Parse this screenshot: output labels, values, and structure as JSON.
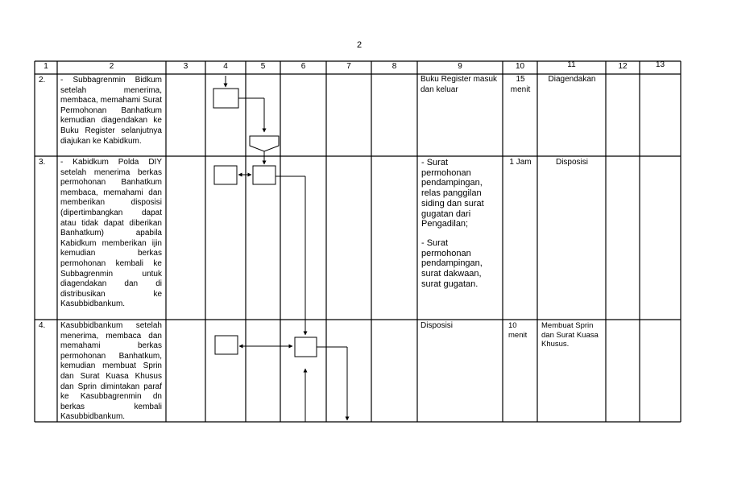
{
  "page_number": "2",
  "headers": [
    "1",
    "2",
    "3",
    "4",
    "5",
    "6",
    "7",
    "8",
    "9",
    "10",
    "11",
    "12",
    "13"
  ],
  "rows": [
    {
      "no": "2.",
      "description": "- Subbagrenmin Bidkum setelah menerima, membaca, memahami Surat Permohonan Banhatkum kemudian diagendakan ke Buku Register selanjutnya diajukan ke Kabidkum.",
      "document": "Buku Register masuk dan keluar",
      "time": "15 menit",
      "output": "Diagendakan"
    },
    {
      "no": "3.",
      "description": "- Kabidkum Polda DIY setelah menerima berkas permohonan Banhatkum membaca, memahami dan memberikan disposisi (dipertimbangkan dapat atau tidak dapat diberikan Banhatkum) apabila Kabidkum memberikan ijin kemudian berkas permohonan kembali ke Subbagrenmin untuk diagendakan dan di distribusikan ke Kasubbidbankum.",
      "document_a": "- Surat permohonan pendampingan, relas panggilan siding dan surat gugatan dari Pengadilan;",
      "document_b": "- Surat permohonan pendampingan, surat dakwaan, surat gugatan.",
      "time": "1 Jam",
      "output": "Disposisi"
    },
    {
      "no": "4.",
      "description": "Kasubbidbankum setelah menerima, membaca dan memahami berkas permohonan Banhatkum, kemudian membuat Sprin dan Surat Kuasa Khusus dan Sprin dimintakan paraf ke Kasubbagrenmin dn berkas kembali Kasubbidbankum.",
      "document": "Disposisi",
      "time": "10 menit",
      "output": "Membuat Sprin dan Surat Kuasa Khusus."
    }
  ]
}
